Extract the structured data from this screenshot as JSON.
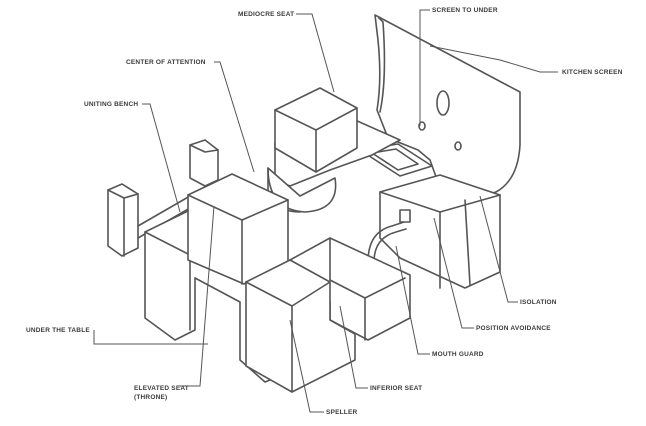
{
  "labels": {
    "mediocre_seat": "MEDIOCRE SEAT",
    "screen_to_under": "SCREEN TO UNDER",
    "kitchen_screen": "KITCHEN SCREEN",
    "center_of_attention": "CENTER OF ATTENTION",
    "uniting_bench": "UNITING BENCH",
    "isolation": "ISOLATION",
    "position_avoidance": "POSITION AVOIDANCE",
    "mouth_guard": "MOUTH GUARD",
    "under_the_table": "UNDER THE TABLE",
    "elevated_seat_line1": "ELEVATED SEAT",
    "elevated_seat_line2": "(THRONE)",
    "inferior_seat": "INFERIOR SEAT",
    "speller": "SPELLER"
  }
}
